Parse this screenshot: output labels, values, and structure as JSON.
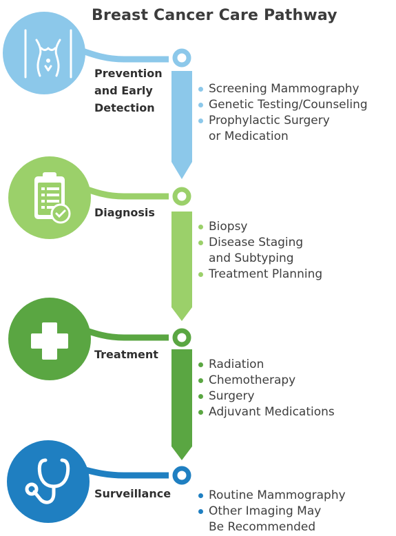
{
  "title": "Breast Cancer Care Pathway",
  "stages": [
    {
      "label": "Prevention\nand Early\nDetection",
      "color": "#8cc8ea",
      "icon": "body-scan-icon",
      "items": [
        "Screening Mammography",
        "Genetic Testing/Counseling",
        "Prophylactic Surgery\nor Medication"
      ]
    },
    {
      "label": "Diagnosis",
      "color": "#9bd06a",
      "icon": "clipboard-check-icon",
      "items": [
        "Biopsy",
        "Disease Staging\nand Subtyping",
        "Treatment Planning"
      ]
    },
    {
      "label": "Treatment",
      "color": "#5aa642",
      "icon": "medical-cross-icon",
      "items": [
        "Radiation",
        "Chemotherapy",
        "Surgery",
        "Adjuvant Medications"
      ]
    },
    {
      "label": "Surveillance",
      "color": "#1f7fc1",
      "icon": "stethoscope-icon",
      "items": [
        "Routine Mammography",
        "Other Imaging May\nBe Recommended"
      ]
    }
  ]
}
